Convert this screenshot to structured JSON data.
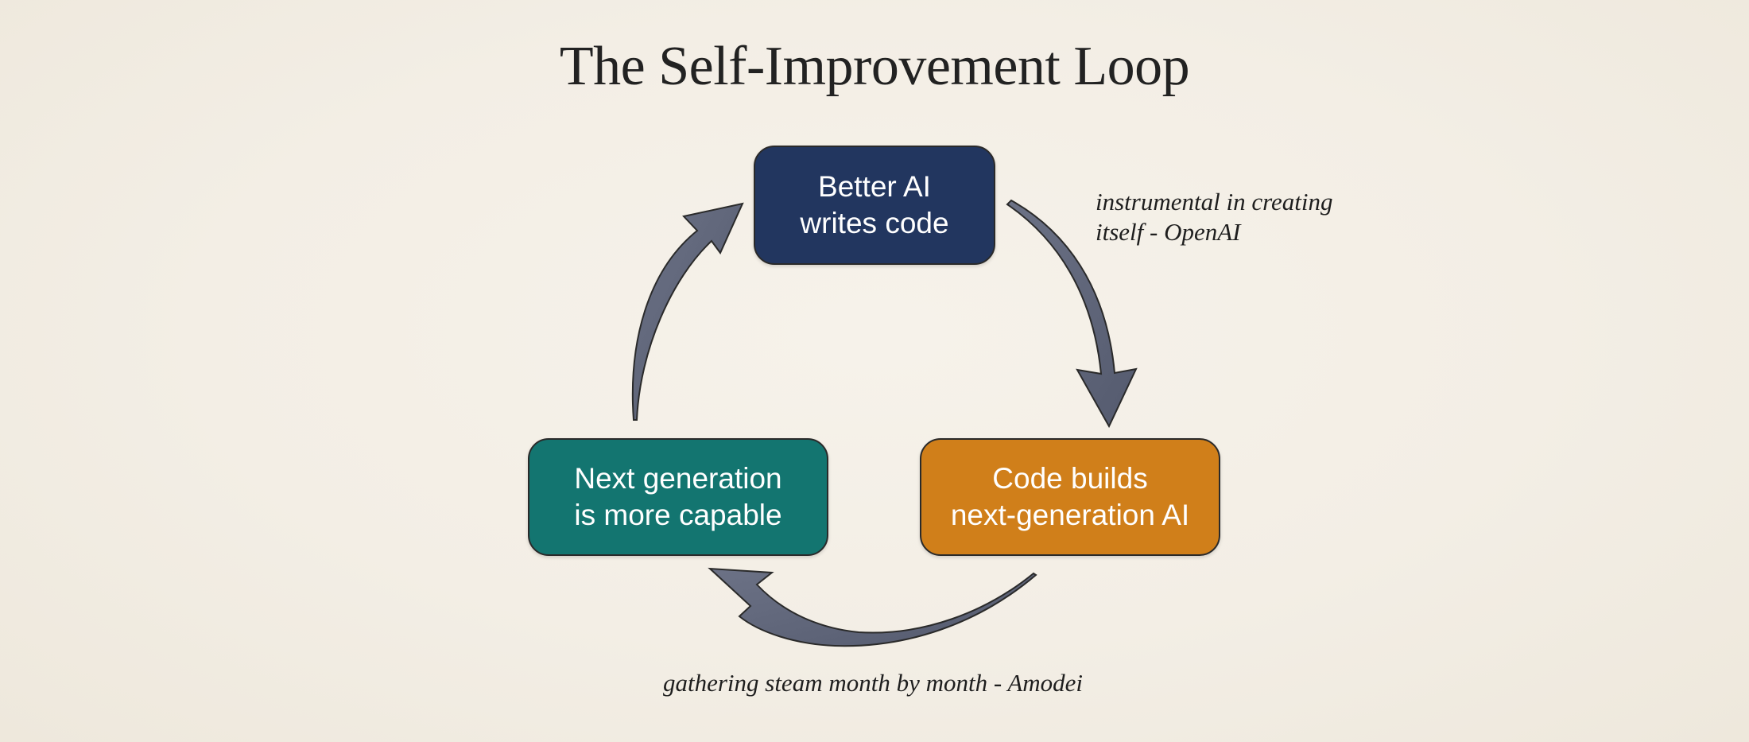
{
  "title": "The Self-Improvement Loop",
  "colors": {
    "background": "#f4efe6",
    "title_text": "#222222",
    "node_top": "#22365f",
    "node_left": "#137570",
    "node_right": "#d07f1a",
    "node_text": "#ffffff",
    "arrow_fill": "#5e6478",
    "arrow_stroke": "#2a2a2a",
    "annotation_text": "#1e1e1e"
  },
  "nodes": {
    "top": {
      "line1": "Better AI",
      "line2": "writes code"
    },
    "right": {
      "line1": "Code builds",
      "line2": "next-generation AI"
    },
    "left": {
      "line1": "Next generation",
      "line2": "is more capable"
    }
  },
  "arrows": [
    {
      "id": "top-to-right",
      "from": "Better AI writes code",
      "to": "Code builds next-generation AI",
      "icon": "curved-arrow-down-right"
    },
    {
      "id": "right-to-left",
      "from": "Code builds next-generation AI",
      "to": "Next generation is more capable",
      "icon": "curved-arrow-left"
    },
    {
      "id": "left-to-top",
      "from": "Next generation is more capable",
      "to": "Better AI writes code",
      "icon": "curved-arrow-up-right"
    }
  ],
  "annotations": {
    "openai": {
      "line1": "instrumental in creating",
      "line2": "itself - OpenAI"
    },
    "amodei": "gathering steam month by month - Amodei"
  }
}
